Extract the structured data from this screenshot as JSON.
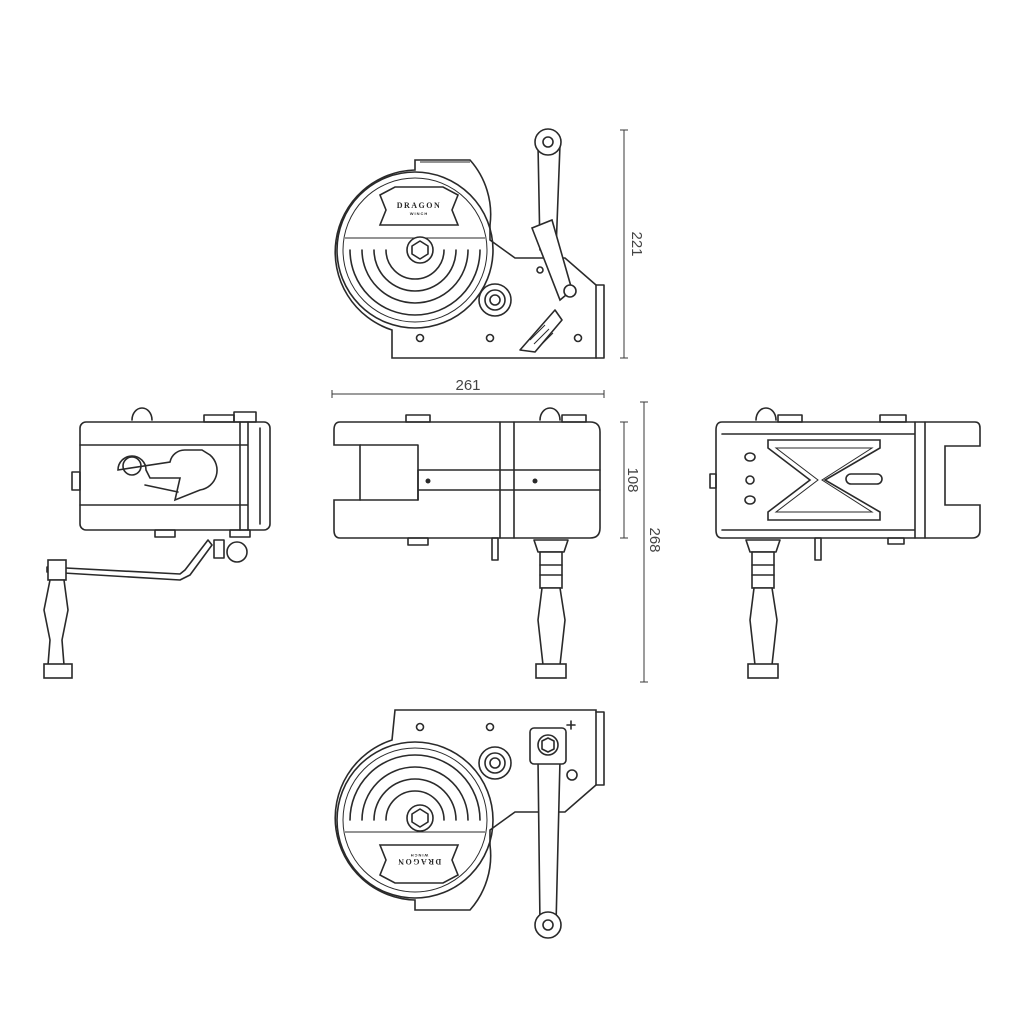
{
  "dimensions": {
    "height_top_view": "221",
    "width": "261",
    "body_height": "108",
    "overall_height": "268"
  },
  "logo": {
    "brand": "DRAGON",
    "sub": "WINCH"
  },
  "colors": {
    "line": "#2a2a2a",
    "background": "#ffffff"
  }
}
